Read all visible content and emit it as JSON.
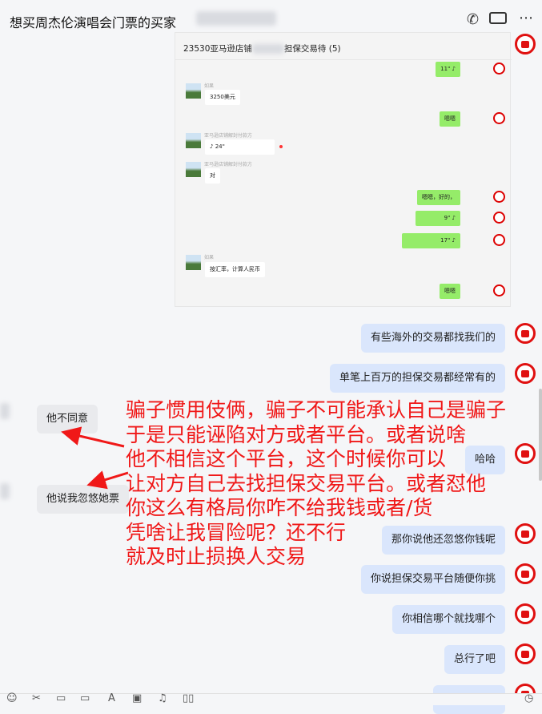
{
  "header": {
    "title": "想买周杰伦演唱会门票的买家",
    "icons": [
      "phone-icon",
      "video-icon",
      "more-icon"
    ]
  },
  "embedded": {
    "title": "23530亚马逊店铺",
    "title_suffix": "担保交易待 (5)",
    "messages": [
      {
        "side": "right",
        "text": "11\" ♪"
      },
      {
        "side": "left",
        "sender": "如果",
        "text": "3250美元"
      },
      {
        "side": "right",
        "text": "嗯嗯"
      },
      {
        "side": "left",
        "sender": "亚马逊店铺解封付款方",
        "text": "♪ 24\""
      },
      {
        "side": "left",
        "sender": "亚马逊店铺解封付款方",
        "text": "对"
      },
      {
        "side": "right",
        "text": "嗯嗯，好的，"
      },
      {
        "side": "right",
        "text": "9\" ♪"
      },
      {
        "side": "right",
        "text": "17\" ♪"
      },
      {
        "side": "left",
        "sender": "如果",
        "text": "按汇率，计算人民币"
      },
      {
        "side": "right",
        "text": "嗯嗯"
      }
    ]
  },
  "messages": [
    {
      "side": "right",
      "text": "有些海外的交易都找我们的"
    },
    {
      "side": "right",
      "text": "单笔上百万的担保交易都经常有的"
    },
    {
      "side": "left",
      "text": "他不同意"
    },
    {
      "side": "right",
      "text": "哈哈"
    },
    {
      "side": "left",
      "text": "他说我忽悠她票"
    },
    {
      "side": "right",
      "text": "那你说他还忽悠你钱呢"
    },
    {
      "side": "right",
      "text": "你说担保交易平台随便你挑"
    },
    {
      "side": "right",
      "text": "你相信哪个就找哪个"
    },
    {
      "side": "right",
      "text": "总行了吧"
    }
  ],
  "annotation": "骗子惯用伎俩，骗子不可能承认自己是骗子\n于是只能诬陷对方或者平台。或者说啥\n他不相信这个平台，这个时候你可以\n让对方自己去找担保交易平台。或者怼他\n你这么有格局你咋不给我钱或者/货\n凭啥让我冒险呢？还不行\n就及时止损换人交易",
  "colors": {
    "annotation": "#f01818",
    "bubble_self": "#dae6fc",
    "bubble_other": "#e9eaed",
    "wechat_green": "#95ec69"
  }
}
